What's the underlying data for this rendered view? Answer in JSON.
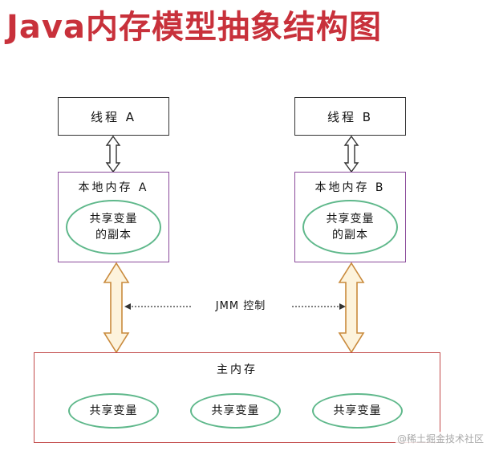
{
  "title": "Java内存模型抽象结构图",
  "thread_a": "线程 A",
  "thread_b": "线程 B",
  "local_a": {
    "label": "本地内存 A",
    "copy_line1": "共享变量",
    "copy_line2": "的副本"
  },
  "local_b": {
    "label": "本地内存 B",
    "copy_line1": "共享变量",
    "copy_line2": "的副本"
  },
  "jmm_label": "JMM 控制",
  "main_memory": {
    "label": "主内存",
    "shared_vars": [
      "共享变量",
      "共享变量",
      "共享变量"
    ]
  },
  "watermark": "@稀土掘金技术社区",
  "colors": {
    "title": "#c8313b",
    "thread_border": "#333333",
    "local_border": "#8a4a9a",
    "main_border": "#c24a4a",
    "ellipse_border": "#5fb88b",
    "big_arrow_stroke": "#c98a3c",
    "big_arrow_fill": "#fdf3dc"
  }
}
